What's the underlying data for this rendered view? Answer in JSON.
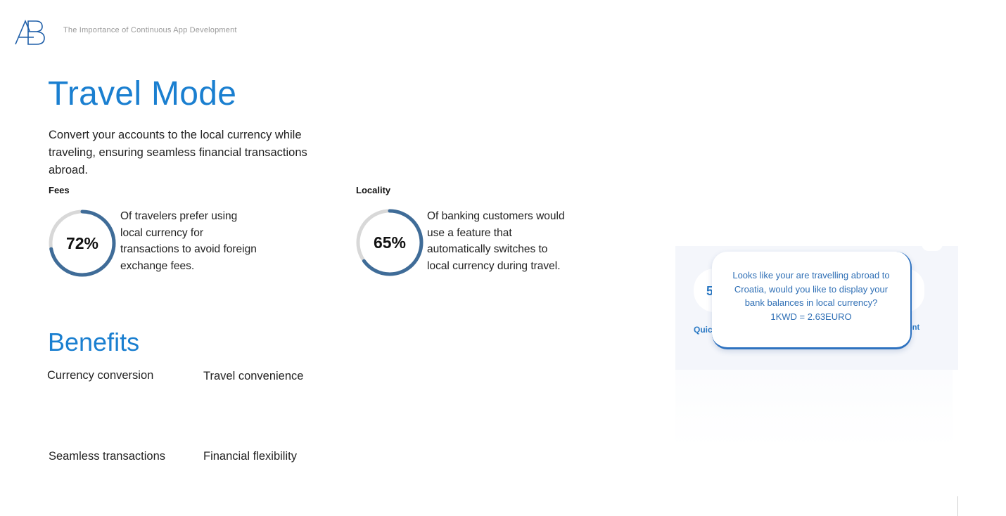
{
  "header": {
    "logo_icon": "ab-logo-icon",
    "deck_title": "The Importance of Continuous App Development"
  },
  "section": {
    "title": "Travel Mode",
    "intro": "Convert your accounts to the local currency while traveling, ensuring seamless financial transactions abroad."
  },
  "stats": [
    {
      "label": "Fees",
      "percent": 72,
      "percent_text": "72%",
      "description": "Of travelers prefer using local currency for transactions to avoid foreign exchange fees."
    },
    {
      "label": "Locality",
      "percent": 65,
      "percent_text": "65%",
      "description": "Of banking customers would use a feature that automatically switches to local currency during travel."
    }
  ],
  "benefits": {
    "title": "Benefits",
    "items": [
      "Currency conversion",
      "Travel convenience",
      "Seamless transactions",
      "Financial flexibility"
    ]
  },
  "mockup": {
    "fragment_left": "Quic",
    "fragment_right": "ont",
    "pill_left_glyph": "5",
    "popup_message": "Looks like your are travelling abroad to Croatia, would you like to display your bank balances in local currency?",
    "popup_rate": "1KWD = 2.63EURO"
  },
  "colors": {
    "accent": "#1a7fd0",
    "ring_fill": "#3f6c98",
    "ring_track": "#d8d8d8",
    "popup_text": "#2f6fb5"
  }
}
